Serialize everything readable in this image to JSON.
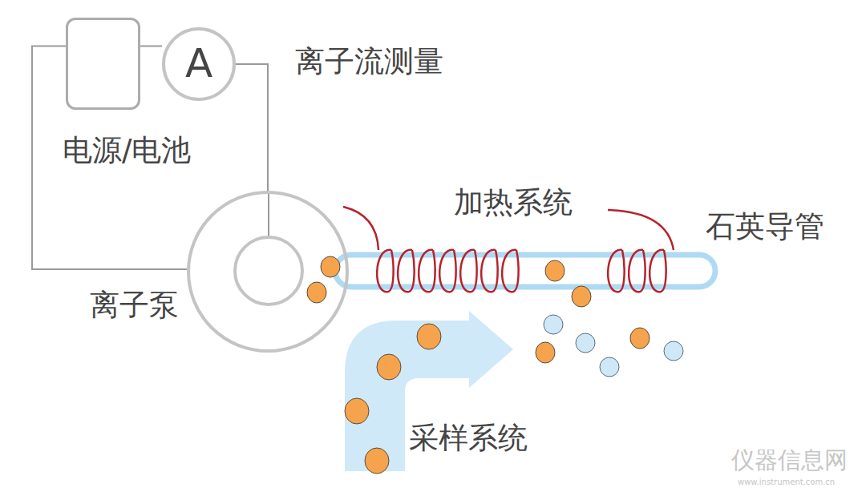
{
  "diagram": {
    "nodes": [
      {
        "text": [
          "电源/电池"
        ]
      },
      {
        "text": [
          "A"
        ]
      },
      {
        "text": [
          "离子泵"
        ]
      }
    ],
    "edges": [
      {
        "from": 0,
        "to": 1,
        "arrow": "none"
      },
      {
        "from": 1,
        "to": 2,
        "arrow": "none"
      },
      {
        "from": 2,
        "to": 0,
        "arrow": "none"
      }
    ],
    "labels": [
      "离子流测量",
      "加热系统",
      "石英导管",
      "采样系统",
      "仪器信息网",
      "www.instrument.com.cn"
    ]
  }
}
